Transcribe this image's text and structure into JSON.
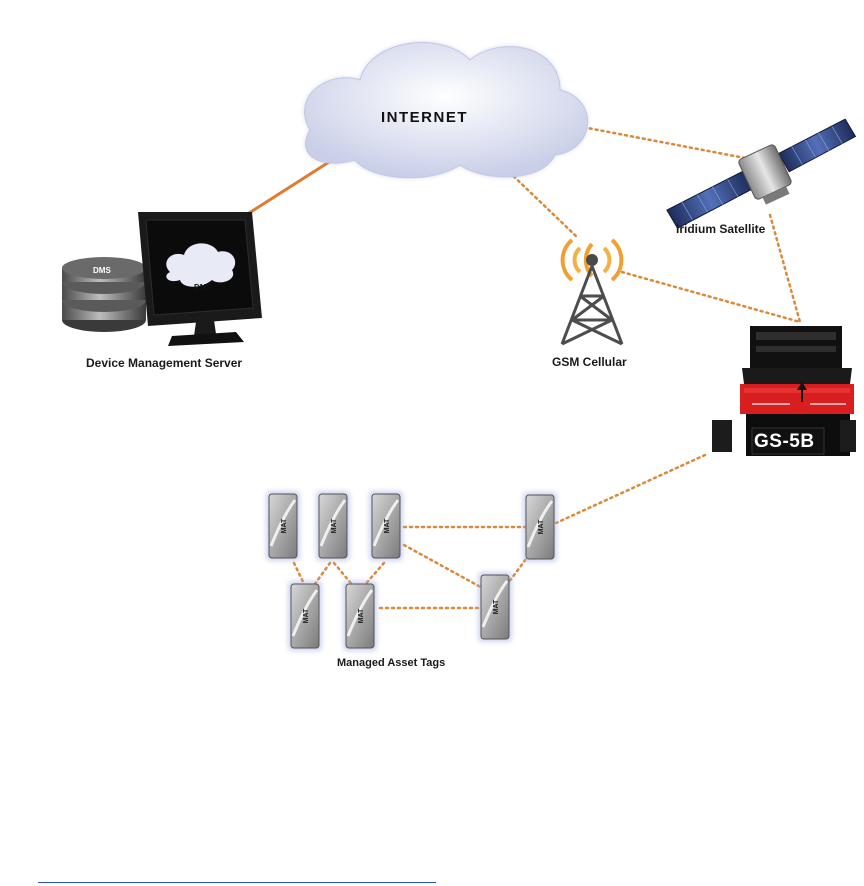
{
  "diagram": {
    "nodes": {
      "internet": "INTERNET",
      "dms": "Device Management Server",
      "dms_db_label": "DMS",
      "dms_screen_label": "DMS",
      "gsm": "GSM Cellular",
      "satellite": "Iridium Satellite",
      "gateway": "GS-5B",
      "mat_group": "Managed Asset Tags",
      "mat_tag_label": "MAT"
    },
    "colors": {
      "wired_link": "#e07a2e",
      "wireless_link": "#d98a3a",
      "cloud": "#dfe3f3",
      "gateway_red": "#d81e1e",
      "gateway_black": "#111111"
    }
  }
}
